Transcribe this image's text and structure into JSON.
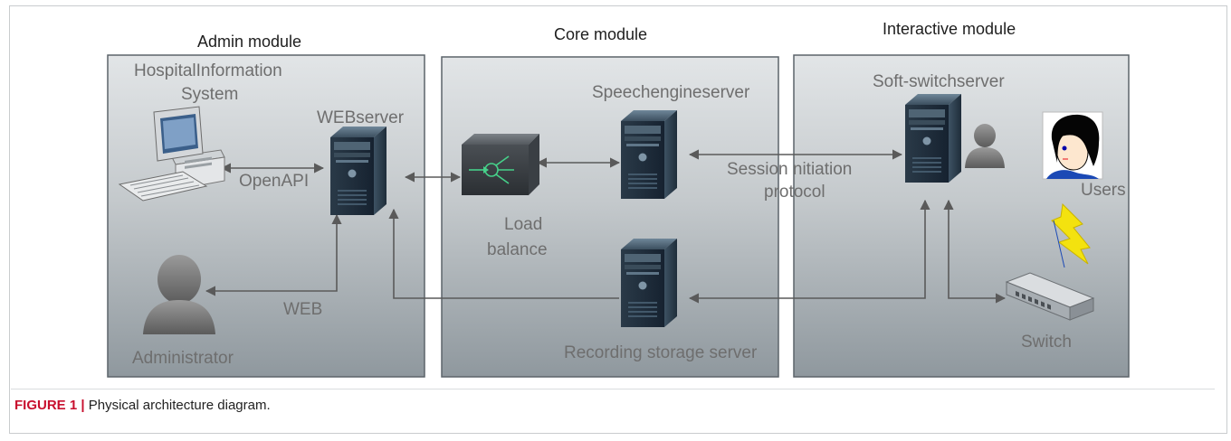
{
  "modules": {
    "admin": {
      "title": "Admin module"
    },
    "core": {
      "title": "Core module"
    },
    "interactive": {
      "title": "Interactive module"
    }
  },
  "nodes": {
    "his_line1": "HospitalInformation",
    "his_line2": "System",
    "web_server": "WEBserver",
    "administrator": "Administrator",
    "load_balance_line1": "Load",
    "load_balance_line2": "balance",
    "speech_server": "Speechengineserver",
    "recording_server": "Recording storage server",
    "softswitch_server": "Soft-switchserver",
    "users": "Users",
    "switch": "Switch"
  },
  "edges": {
    "openapi": "OpenAPI",
    "web": "WEB",
    "sip_line1": "Session nitiation",
    "sip_line2": "protocol"
  },
  "colors": {
    "panel_top": "#dfe2e4",
    "panel_bottom": "#8e979d",
    "panel_border": "#5c646a",
    "label_gray": "#6e6e6e",
    "server_dark": "#1e2c3a",
    "server_light": "#5a7183",
    "lightning": "#f3e20f",
    "caption_accent": "#c8102e"
  },
  "icons": [
    "desktop-computer-icon",
    "server-icon",
    "person-icon",
    "load-balancer-icon",
    "user-face-icon",
    "lightning-icon",
    "network-switch-icon"
  ],
  "caption": {
    "label": "FIGURE 1 |",
    "text": "Physical architecture diagram."
  }
}
